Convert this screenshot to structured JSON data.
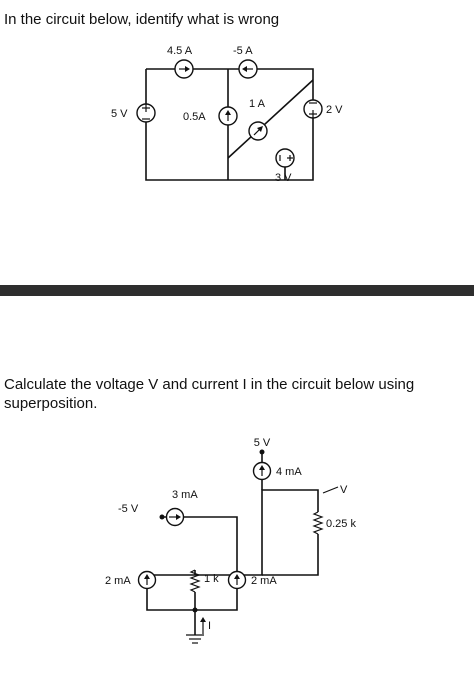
{
  "question1": {
    "text": "In the circuit below, identify what is wrong",
    "labels": {
      "top_left_current": "4.5 A",
      "top_right_current": "-5 A",
      "left_voltage": "5 V",
      "middle_current": "0.5A",
      "diag_current": "1 A",
      "right_voltage": "2 V",
      "bottom_voltage": "3 V"
    }
  },
  "question2": {
    "text": "Calculate the voltage V and current I in the circuit below using superposition.",
    "labels": {
      "top_voltage": "5 V",
      "top_current": "4 mA",
      "v_label": "V",
      "left_voltage": "-5 V",
      "series_current": "3 mA",
      "resistor_right": "0.25 k",
      "left_current": "2 mA",
      "resistor_mid": "1 k",
      "right_current": "2 mA",
      "i_label": "I"
    }
  }
}
